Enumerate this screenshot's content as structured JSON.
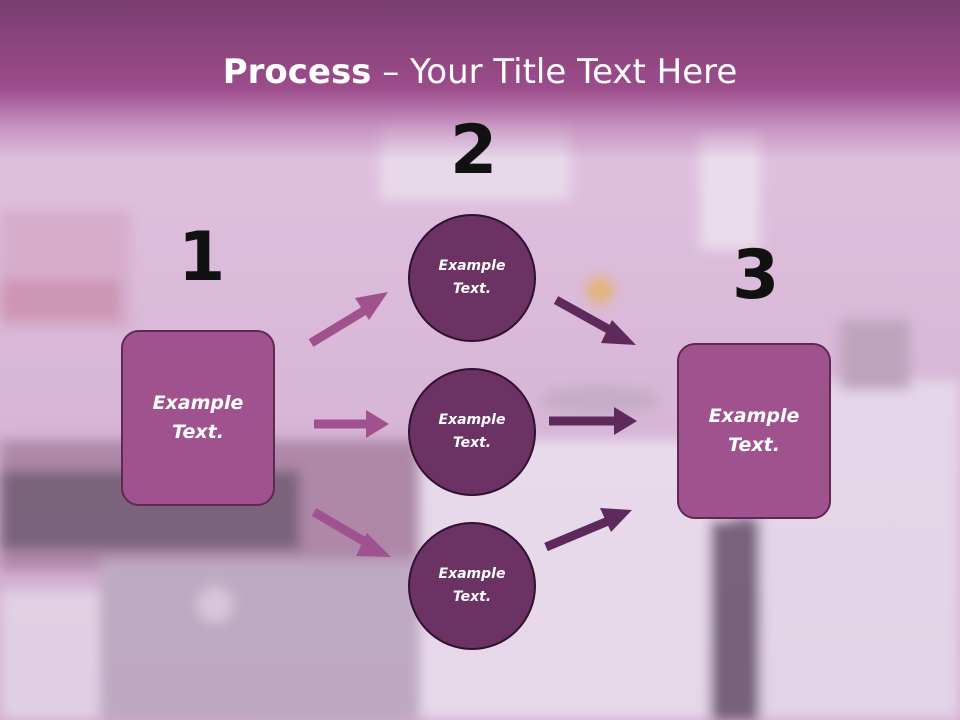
{
  "slide": {
    "title_bold": "Process",
    "title_rest": " – Your Title Text Here"
  },
  "steps": {
    "one": {
      "number": "1",
      "text": "Example\nText."
    },
    "two": {
      "number": "2"
    },
    "three": {
      "number": "3",
      "text": "Example\nText."
    }
  },
  "circles": [
    {
      "text": "Example\nText."
    },
    {
      "text": "Example\nText."
    },
    {
      "text": "Example\nText."
    }
  ],
  "colors": {
    "box": "#a0528e",
    "circle": "#6b3263",
    "arrow_light": "#a0528e",
    "arrow_dark": "#5e2a5c"
  }
}
